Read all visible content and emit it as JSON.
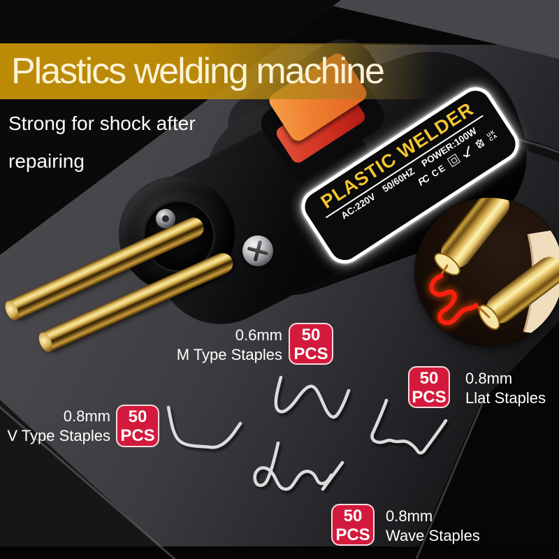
{
  "banner": {
    "title": "Plastics welding machine"
  },
  "tagline": {
    "line1": "Strong for shock after",
    "line2": "repairing"
  },
  "device_label": {
    "title": "PLASTIC WELDER",
    "spec_voltage": "AC:220V",
    "spec_frequency": "50/60HZ",
    "spec_power": "POWER:100W",
    "fcc_mark": "FC",
    "ce_mark": "CE",
    "ukca_top": "UK",
    "ukca_bottom": "CA",
    "cert_icons": [
      "FCC",
      "CE",
      "double-insulation",
      "RoHS-check",
      "WEEE-bin",
      "UKCA"
    ]
  },
  "annotations": {
    "m_type": {
      "size": "0.6mm",
      "name": "M Type Staples",
      "count": "50",
      "unit": "PCS"
    },
    "flat": {
      "size": "0.8mm",
      "name": "Llat Staples",
      "count": "50",
      "unit": "PCS"
    },
    "v_type": {
      "size": "0.8mm",
      "name": "V Type Staples",
      "count": "50",
      "unit": "PCS"
    },
    "wave": {
      "size": "0.8mm",
      "name": "Wave Staples",
      "count": "50",
      "unit": "PCS"
    }
  },
  "colors": {
    "banner_gold": "#C28F06",
    "badge_red": "#D31A3C",
    "label_yellow": "#F3C52F",
    "hot_staple_red": "#FF1F10",
    "brass": "#D9B45A"
  }
}
